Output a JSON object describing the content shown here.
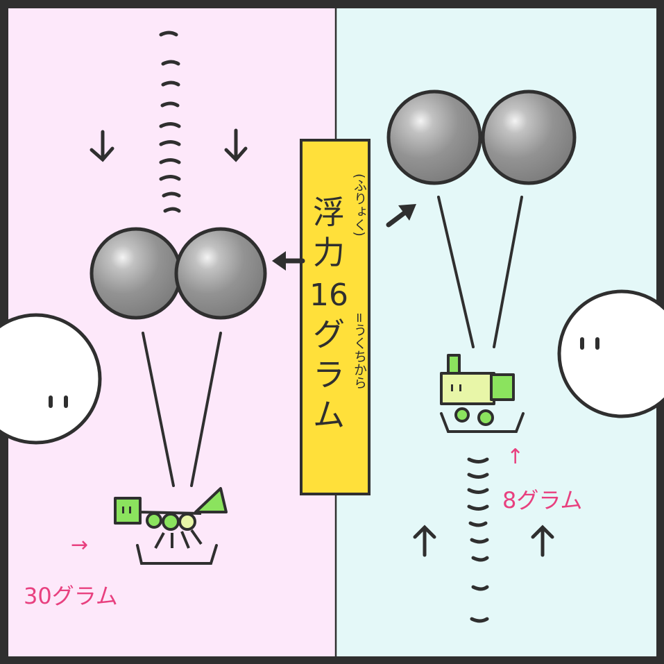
{
  "panels": {
    "left": {
      "background": "#fde8fa"
    },
    "right": {
      "background": "#e4f8f8"
    }
  },
  "colors": {
    "frame": "#2f2f2f",
    "balloon": "#8e8e8e",
    "sign": "#ffe03a",
    "weight_label": "#e8407f",
    "toy": "#8be35e",
    "toy_body": "#e8f6a8"
  },
  "sign": {
    "main_text": "浮力16グラム",
    "main_chars": [
      "浮",
      "力",
      "16",
      "グ",
      "ラ",
      "ム"
    ],
    "reading": "(ふりょく)",
    "note": "=うくちから"
  },
  "left_weight_label": "30グラム",
  "right_weight_label": "8グラム",
  "arrow_glyph": "→",
  "arrow_up_glyph": "↑",
  "icons": {
    "left_panel": [
      "down-arrow-icon",
      "balloon-icon",
      "character-icon",
      "toy-icon"
    ],
    "right_panel": [
      "up-arrow-icon",
      "balloon-icon",
      "character-icon",
      "toy-icon"
    ]
  }
}
